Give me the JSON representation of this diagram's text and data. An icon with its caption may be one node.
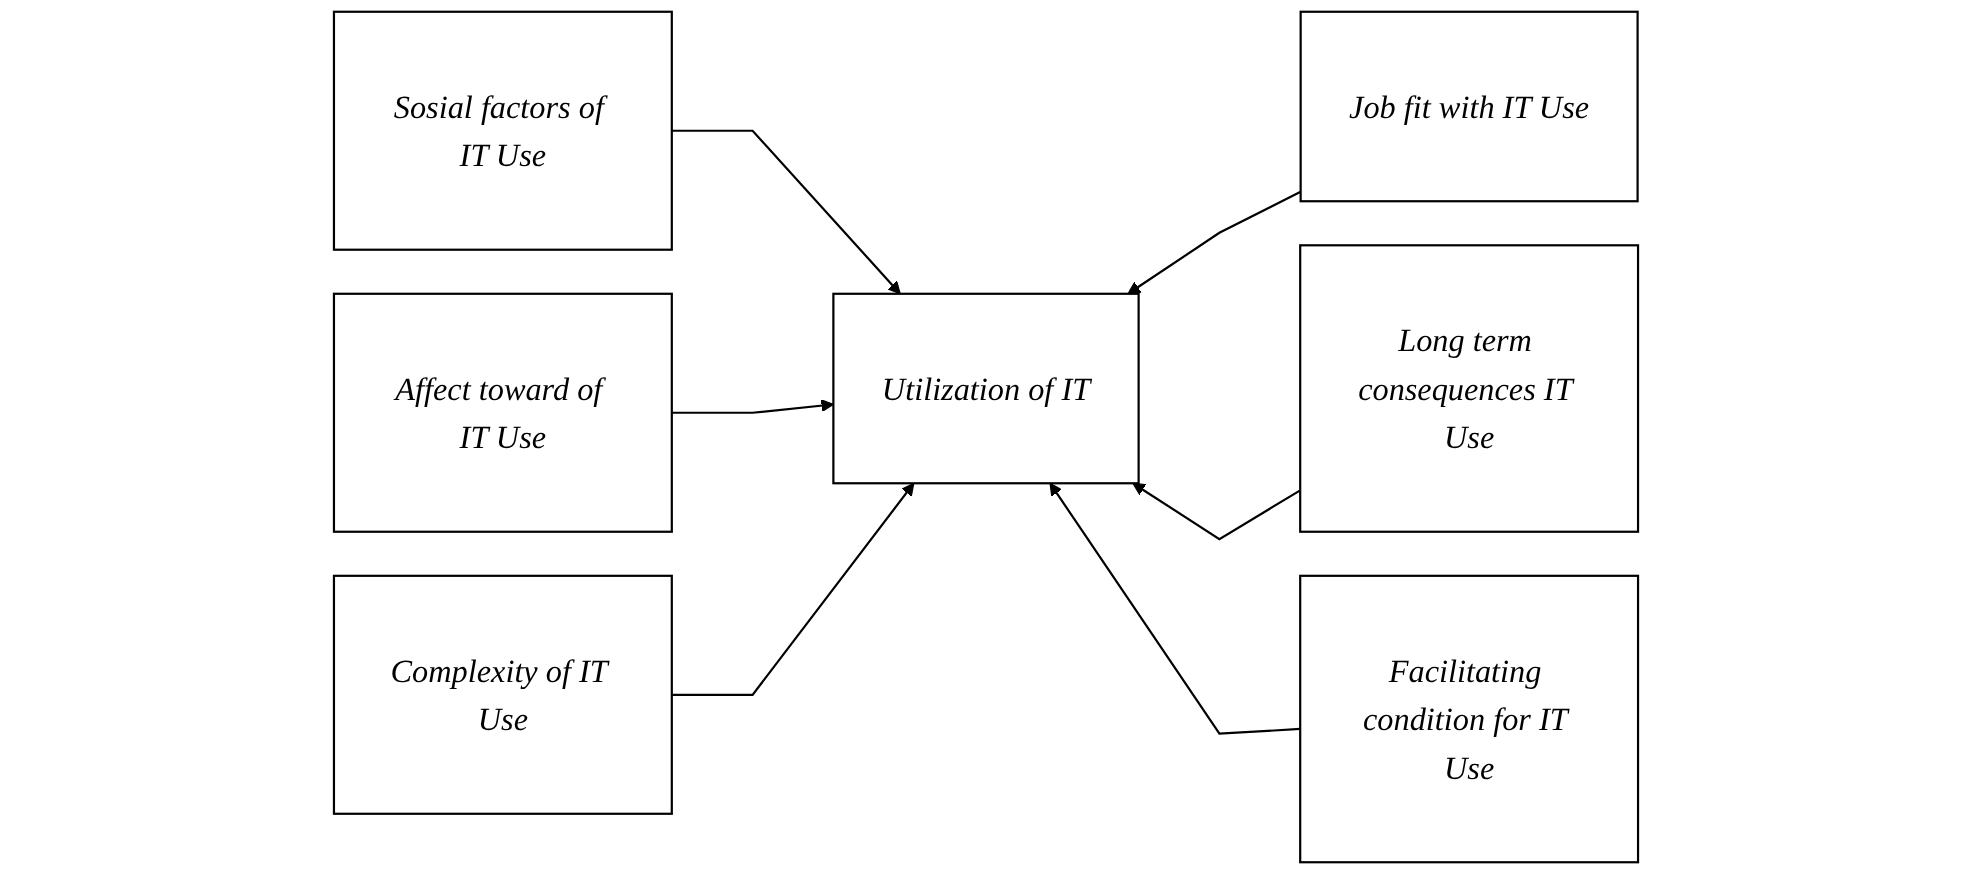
{
  "diagram": {
    "nodes": [
      {
        "text": [
          "Sosial factors of IT Use"
        ]
      },
      {
        "text": [
          "Affect toward of IT Use"
        ]
      },
      {
        "text": [
          "Complexity of IT Use"
        ]
      },
      {
        "text": [
          "Utilization of IT"
        ]
      },
      {
        "text": [
          "Job fit with IT Use"
        ]
      },
      {
        "text": [
          "Long term consequences IT Use"
        ]
      },
      {
        "text": [
          "Facilitating condition for IT Use"
        ]
      }
    ],
    "edges": [
      {
        "from": 0,
        "to": 3,
        "arrow": "to"
      },
      {
        "from": 1,
        "to": 3,
        "arrow": "to"
      },
      {
        "from": 2,
        "to": 3,
        "arrow": "to"
      },
      {
        "from": 4,
        "to": 3,
        "arrow": "to"
      },
      {
        "from": 5,
        "to": 3,
        "arrow": "to"
      },
      {
        "from": 6,
        "to": 3,
        "arrow": "to"
      }
    ]
  }
}
